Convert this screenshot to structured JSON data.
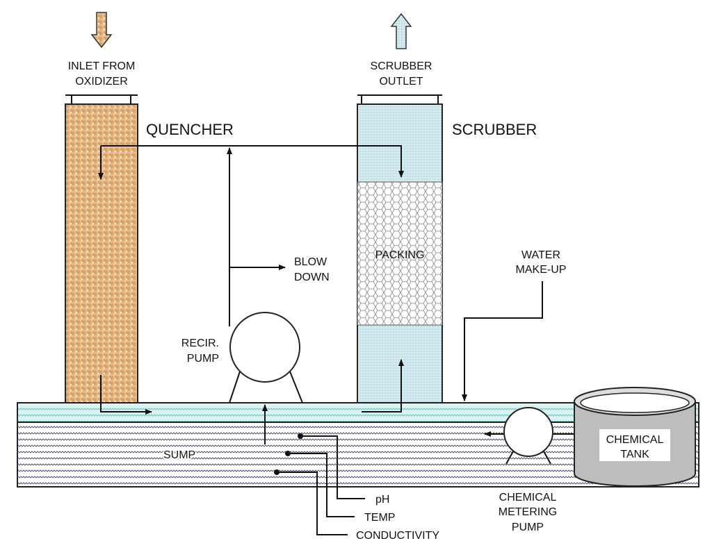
{
  "labels": {
    "inlet_line1": "INLET FROM",
    "inlet_line2": "OXIDIZER",
    "outlet_line1": "SCRUBBER",
    "outlet_line2": "OUTLET",
    "quencher": "QUENCHER",
    "scrubber": "SCRUBBER",
    "packing": "PACKING",
    "blow_down_line1": "BLOW",
    "blow_down_line2": "DOWN",
    "recir_pump_line1": "RECIR.",
    "recir_pump_line2": "PUMP",
    "water_makeup_line1": "WATER",
    "water_makeup_line2": "MAKE-UP",
    "sump": "SUMP",
    "chemical_tank_line1": "CHEMICAL",
    "chemical_tank_line2": "TANK",
    "metering_pump_line1": "CHEMICAL",
    "metering_pump_line2": "METERING",
    "metering_pump_line3": "PUMP",
    "sensor_ph": "pH",
    "sensor_temp": "TEMP",
    "sensor_conductivity": "CONDUCTIVITY"
  },
  "colors": {
    "quencher_fill": "#d9a066",
    "scrubber_fill": "#cfe8ee",
    "sump_top_fill": "#d8f2f0",
    "sump_wave": "#55557a"
  }
}
